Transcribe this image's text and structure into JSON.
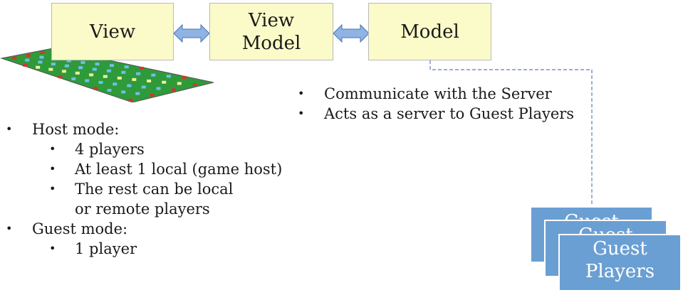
{
  "components": {
    "view": "View",
    "viewmodel_line1": "View",
    "viewmodel_line2": "Model",
    "model": "Model"
  },
  "model_bullets": [
    "Communicate with the Server",
    "Acts as a server to Guest Players"
  ],
  "modes": {
    "host_label": "Host mode:",
    "host_items": [
      "4 players",
      "At least 1 local (game host)",
      "The rest can be local"
    ],
    "host_continuation": "or remote players",
    "guest_label": "Guest mode:",
    "guest_items": [
      "1 player"
    ]
  },
  "guest_boxes": {
    "line1": "Guest",
    "line2": "Players"
  },
  "colors": {
    "box_fill": "#fbfbc9",
    "guest_fill": "#6a9fd3",
    "arrow_fill": "#8fb4e3",
    "board_green": "#2f9a3a"
  },
  "icons": {
    "board": "scrabble-board-icon",
    "arrows": "double-arrow-icon"
  }
}
